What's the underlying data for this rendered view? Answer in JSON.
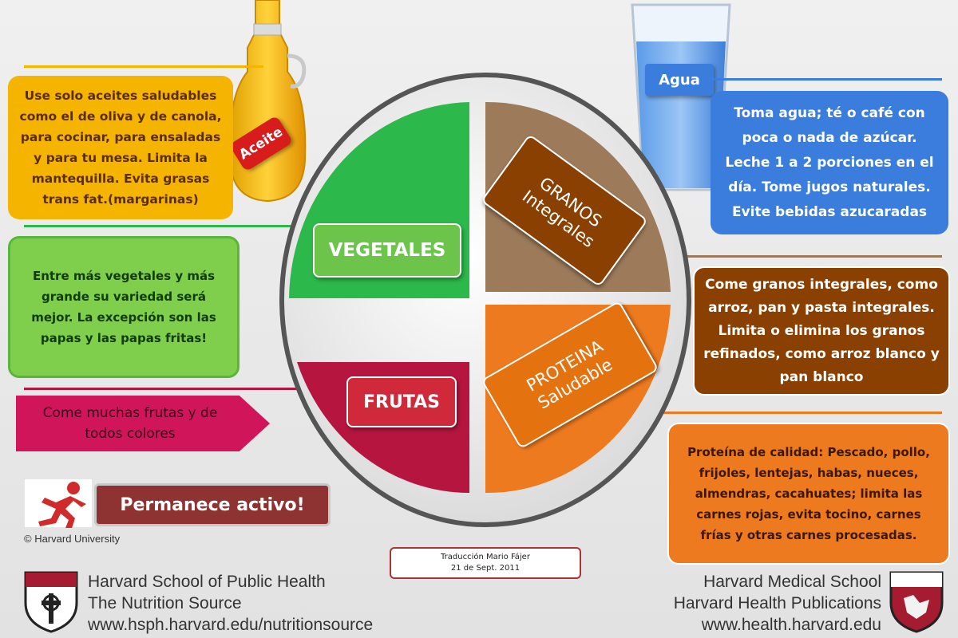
{
  "oil": {
    "bottle_label": "Aceite",
    "text": "Use solo aceites saludables como el de oliva y de canola, para cocinar, para ensaladas y para tu mesa. Limita la mantequilla. Evita grasas trans fat.(margarinas)"
  },
  "water": {
    "glass_label": "Agua",
    "text": "Toma agua; té o café con poca o nada de azúcar. Leche 1 a 2 porciones en el día. Tome jugos naturales. Evite bebidas azucaradas"
  },
  "plate": {
    "vegetables": "VEGETALES",
    "fruits": "FRUTAS",
    "grains_line1": "GRANOS",
    "grains_line2": "Integrales",
    "protein_line1": "PROTEINA",
    "protein_line2": "Saludable"
  },
  "vegetables_text": "Entre más vegetales y más grande su variedad será mejor. La excepción son las papas y las papas fritas!",
  "fruits_text": "Come muchas frutas y de todos colores",
  "grains_text": "Come granos integrales, como arroz, pan y pasta integrales. Limita o elimina los granos refinados, como arroz blanco y pan blanco",
  "protein_text": "Proteína de calidad: Pescado, pollo, frijoles, lentejas, habas, nueces, almendras, cacahuates; limita las carnes rojas, evita tocino, carnes frías y otras carnes procesadas.",
  "active": "Permanece activo!",
  "copyright": "© Harvard University",
  "translation": {
    "line1": "Traducción Mario Fájer",
    "line2": "21 de Sept. 2011"
  },
  "footer_left": {
    "line1": "Harvard School of Public Health",
    "line2": "The Nutrition Source",
    "line3": "www.hsph.harvard.edu/nutritionsource"
  },
  "footer_right": {
    "line1": "Harvard Medical School",
    "line2": "Harvard Health Publications",
    "line3": "www.health.harvard.edu"
  },
  "colors": {
    "oil": "#f5b400",
    "water": "#3b7ddd",
    "vegetables": "#2db84b",
    "fruits": "#b5153f",
    "grains": "#9c7a5a",
    "grains_box": "#7a3a00",
    "protein": "#ee7a1f",
    "active": "#8e3232"
  }
}
